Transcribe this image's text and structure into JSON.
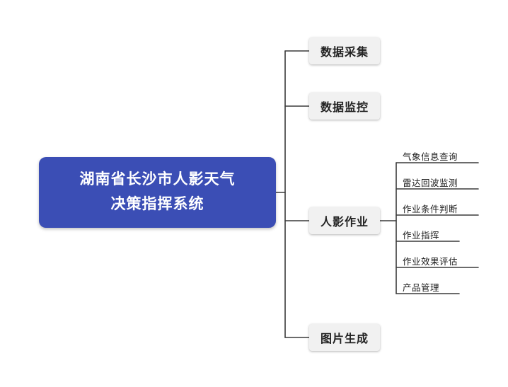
{
  "root": {
    "title": "湖南省长沙市人影天气\n决策指挥系统"
  },
  "branches": [
    {
      "label": "数据采集"
    },
    {
      "label": "数据监控"
    },
    {
      "label": "人影作业",
      "children": [
        {
          "label": "气象信息查询"
        },
        {
          "label": "雷达回波监测"
        },
        {
          "label": "作业条件判断"
        },
        {
          "label": "作业指挥"
        },
        {
          "label": "作业效果评估"
        },
        {
          "label": "产品管理"
        }
      ]
    },
    {
      "label": "图片生成"
    }
  ],
  "colors": {
    "root_background": "#3b4eb5",
    "root_text": "#ffffff",
    "branch_background": "#f1f1f1",
    "connector_line": "#3a3a3a"
  }
}
